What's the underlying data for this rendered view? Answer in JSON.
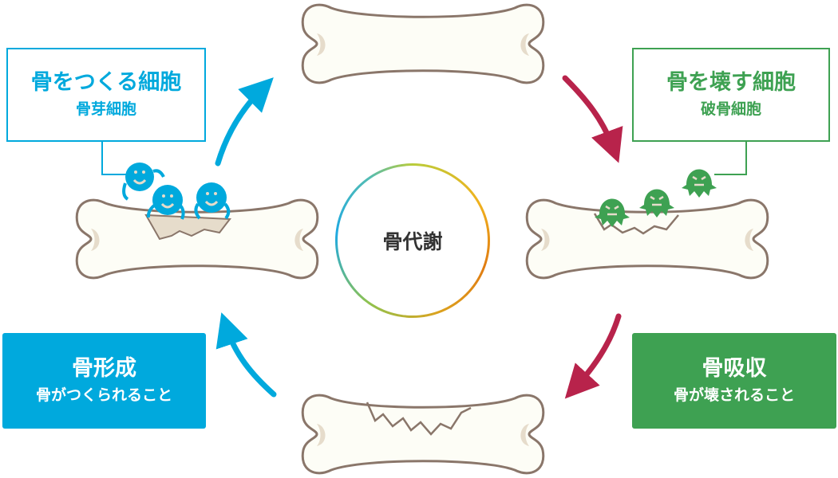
{
  "center": {
    "label": "骨代謝"
  },
  "osteoblast_box": {
    "title": "骨をつくる細胞",
    "subtitle": "骨芽細胞"
  },
  "osteoclast_box": {
    "title": "骨を壊す細胞",
    "subtitle": "破骨細胞"
  },
  "formation_box": {
    "title": "骨形成",
    "subtitle": "骨がつくられること"
  },
  "resorption_box": {
    "title": "骨吸収",
    "subtitle": "骨が壊されること"
  },
  "colors": {
    "blue": "#00a9dd",
    "green": "#3ea152",
    "crimson": "#b8234b",
    "bone": "#fdfdf6",
    "bone_outline": "#8a766a",
    "bone_tan": "#e6dccb"
  }
}
